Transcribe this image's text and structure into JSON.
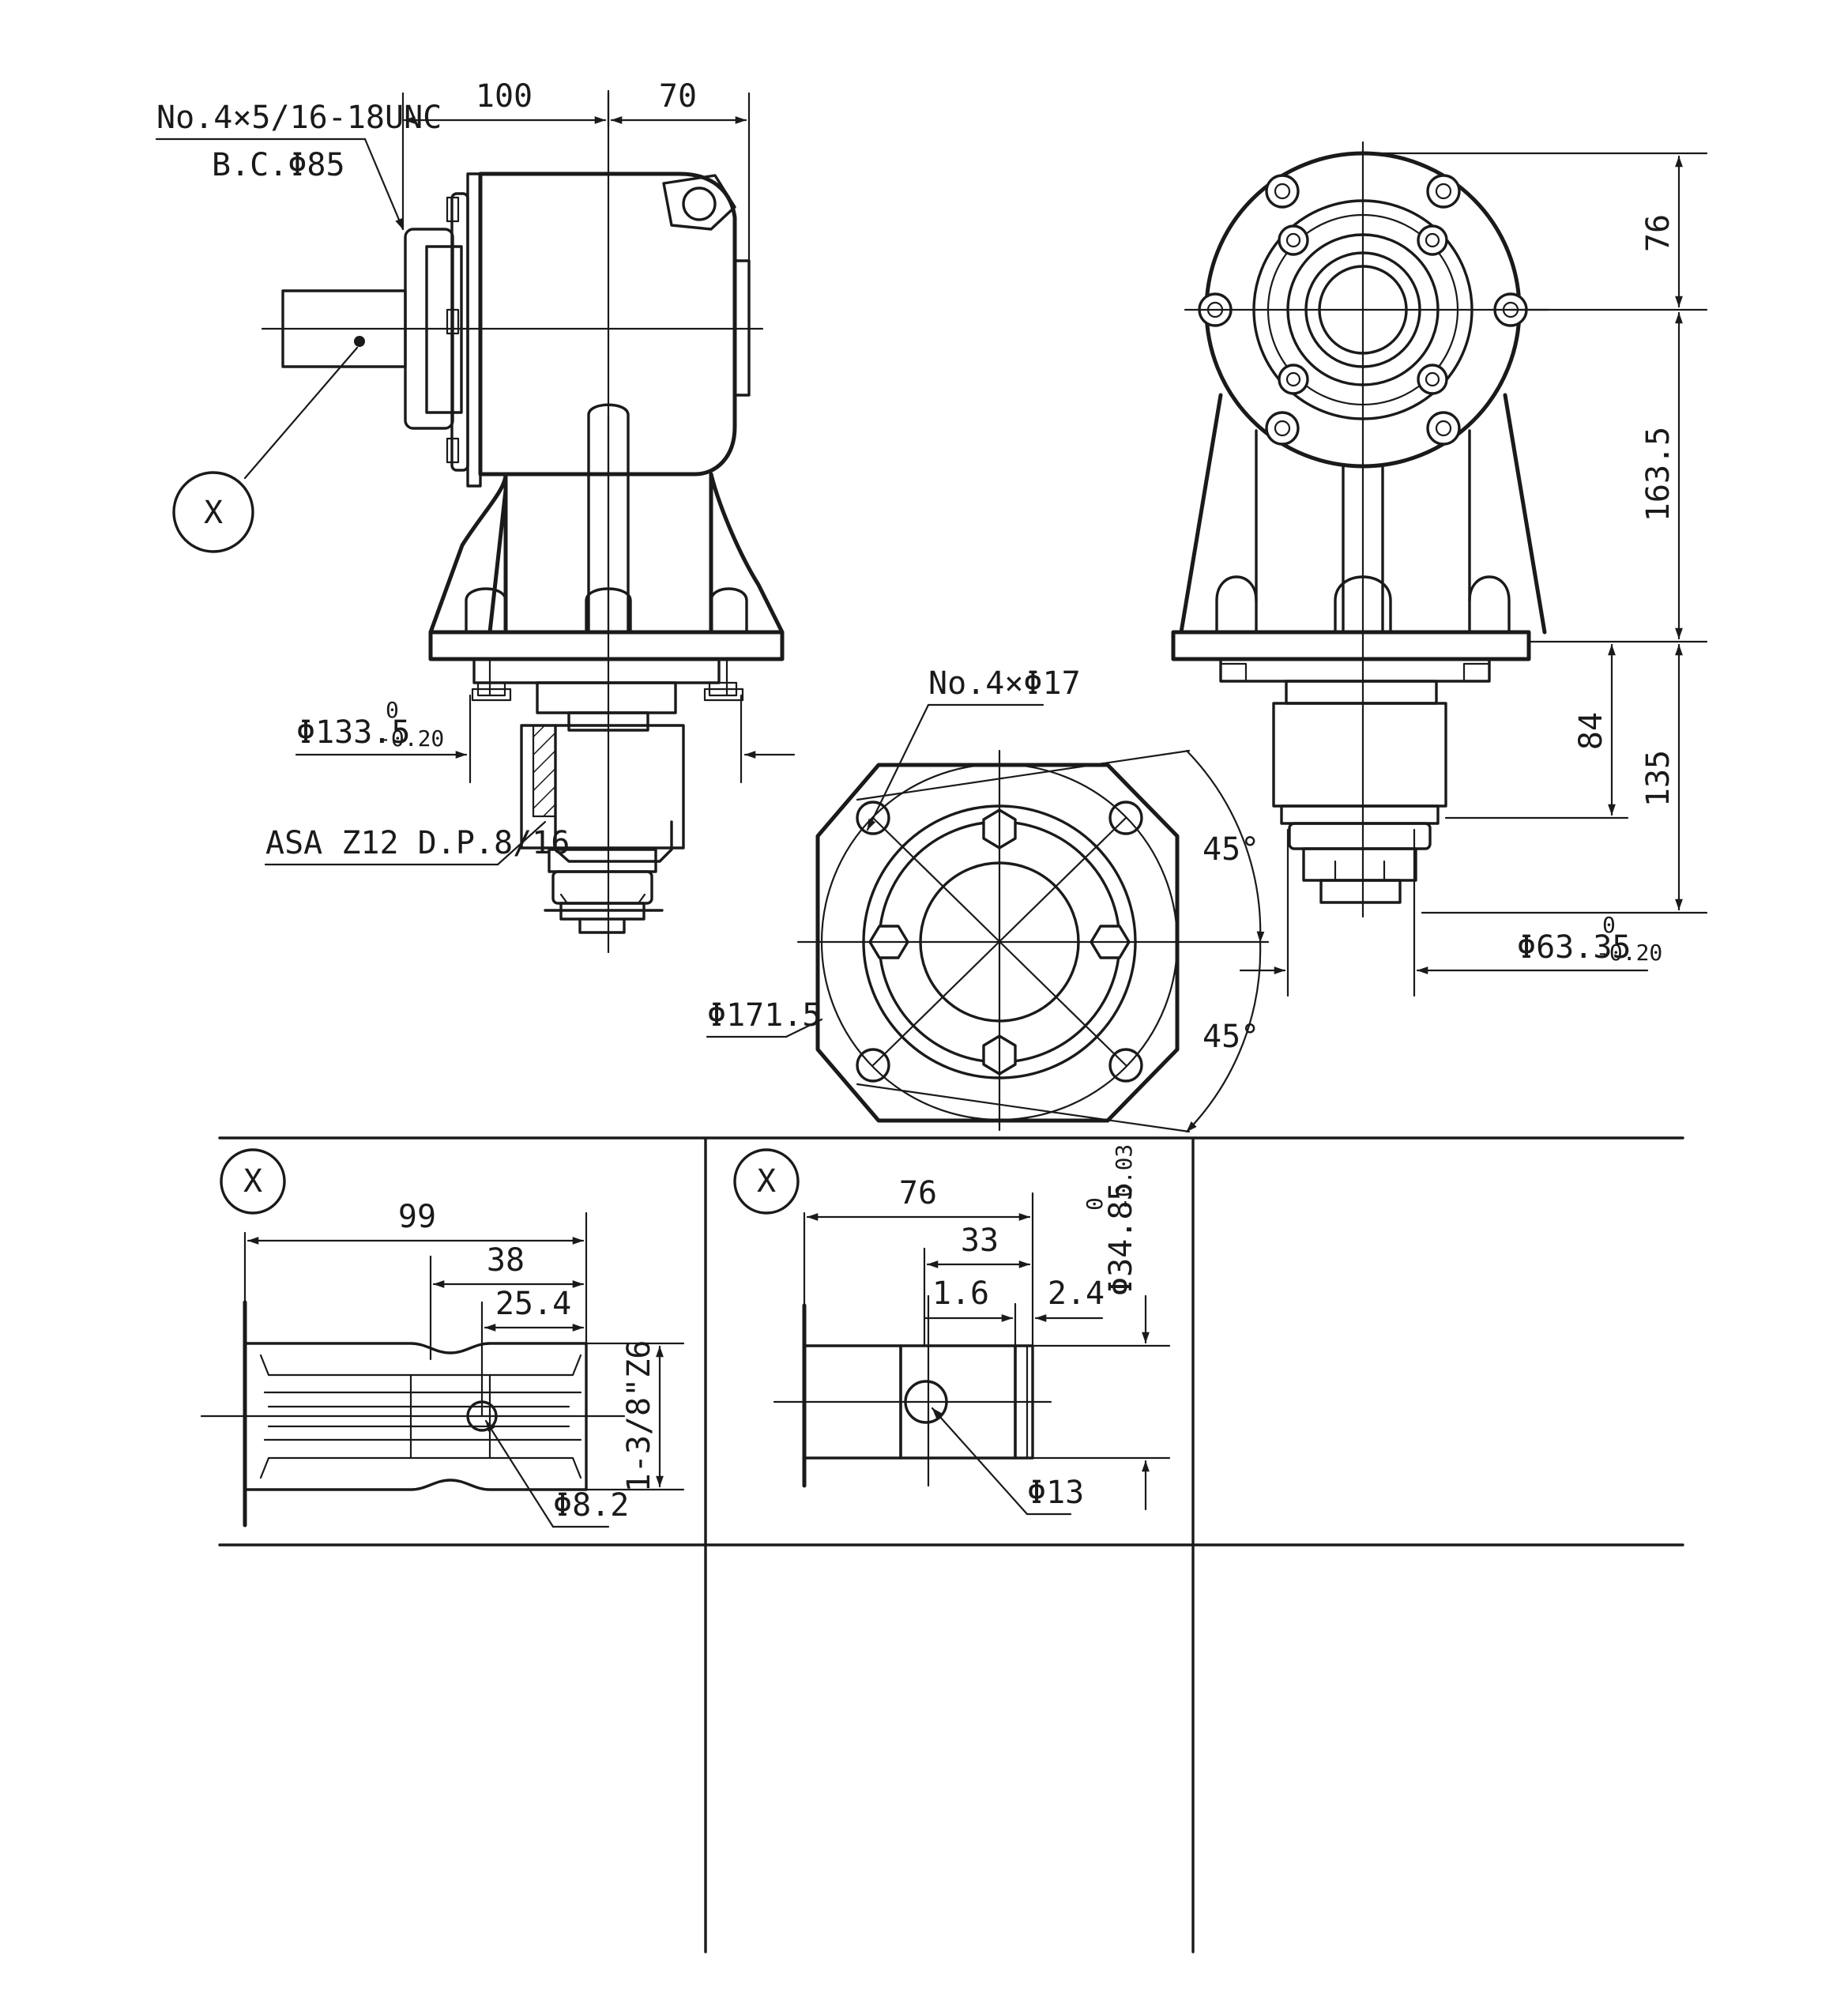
{
  "labels": {
    "bolt_spec": "No.4×5/16-18UNC",
    "bolt_circle": "B.C.Φ85",
    "dim_100": "100",
    "dim_70": "70",
    "detail_ref": "X",
    "flange_dia": "Φ133.5",
    "flange_dia_tol_upper": "0",
    "flange_dia_tol_lower": "-0.20",
    "spline_spec": "ASA Z12 D.P.8/16",
    "hole_spec": "No.4×Φ17",
    "angle_top": "45°",
    "angle_bottom": "45°",
    "pcd_dia": "Φ171.5",
    "dim_76_side": "76",
    "dim_163_5": "163.5",
    "dim_84": "84",
    "dim_135": "135",
    "shaft_dia": "Φ63.35",
    "shaft_dia_tol_upper": "0",
    "shaft_dia_tol_lower": "-0.20"
  },
  "detail_left": {
    "ref": "X",
    "dim_99": "99",
    "dim_38": "38",
    "dim_25_4": "25.4",
    "spline": "1-3/8\"Z6",
    "pin_hole": "Φ8.2"
  },
  "detail_mid": {
    "ref": "X",
    "dim_76": "76",
    "dim_33": "33",
    "dim_1_6": "1.6",
    "dim_2_4": "2.4",
    "shaft_dia": "Φ34.85",
    "shaft_tol_upper": "0",
    "shaft_tol_lower": "-0.03",
    "pin_hole": "Φ13"
  }
}
